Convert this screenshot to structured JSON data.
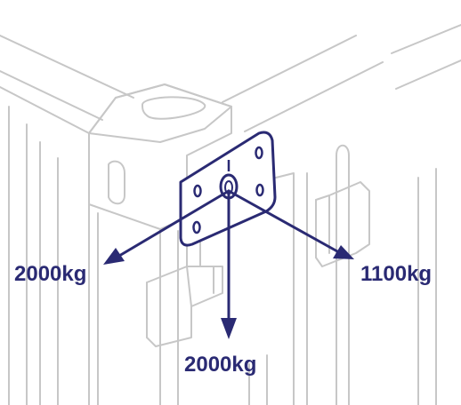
{
  "loads": {
    "left": {
      "label": "2000kg"
    },
    "down": {
      "label": "2000kg"
    },
    "right": {
      "label": "1100kg"
    }
  },
  "colors": {
    "arrow": "#2a2a73",
    "outline": "#c7c7c7",
    "plate_outline": "#2a2a73",
    "plate_fill": "#ffffff"
  },
  "icons": {
    "plate": "lashing-plate-icon",
    "arrow": "force-arrow-icon"
  }
}
